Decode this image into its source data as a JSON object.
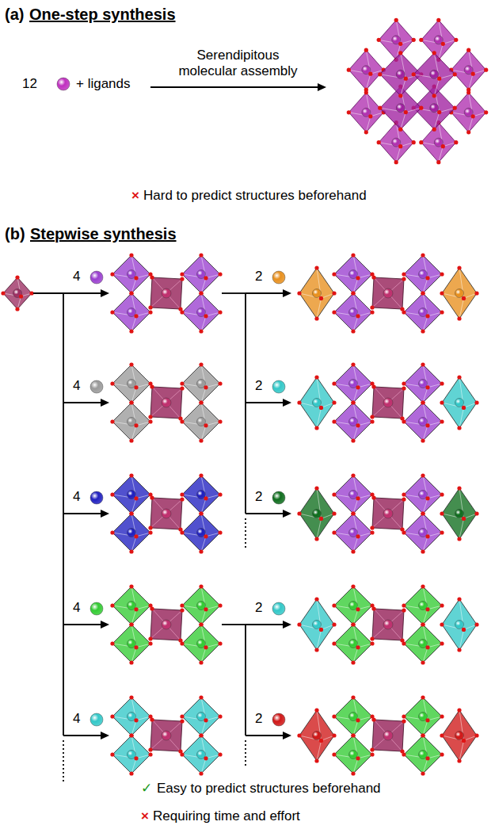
{
  "diagram": {
    "labels": [
      "(a)",
      "One-step synthesis",
      "12",
      "+ ligands",
      "Serendipitous molecular assembly",
      "×",
      "Hard to predict structures beforehand",
      "(b)",
      "Stepwise synthesis",
      "4",
      "2",
      "4",
      "2",
      "4",
      "2",
      "4",
      "2",
      "4",
      "2",
      "✓",
      "Easy to predict structures beforehand",
      "×",
      "Requiring time and effort"
    ]
  }
}
